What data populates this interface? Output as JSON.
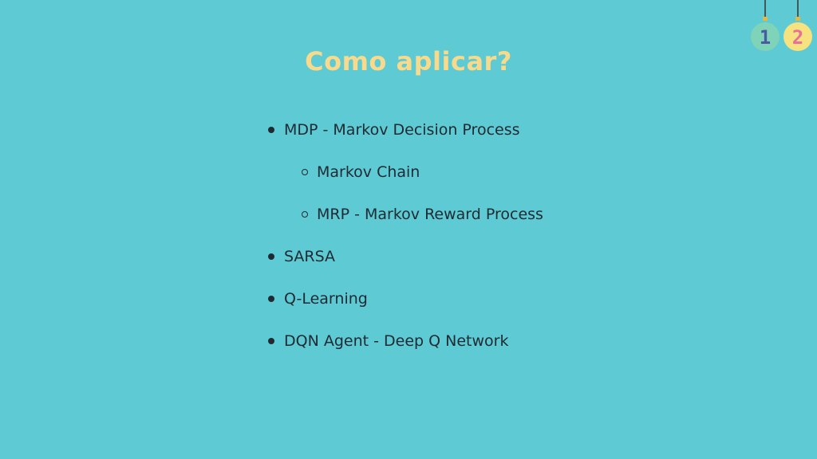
{
  "slide": {
    "title": "Como aplicar?",
    "bullets": [
      {
        "text": "MDP - Markov Decision Process",
        "level": 1
      },
      {
        "text": "Markov Chain",
        "level": 2
      },
      {
        "text": "MRP - Markov Reward Process",
        "level": 2
      },
      {
        "text": "SARSA",
        "level": 1
      },
      {
        "text": "Q-Learning",
        "level": 1
      },
      {
        "text": "DQN Agent - Deep Q Network",
        "level": 1
      }
    ]
  },
  "ornaments": {
    "left_number": "1",
    "right_number": "2"
  },
  "colors": {
    "background": "#5ecad3",
    "title": "#f9d98c",
    "text": "#1f2a33",
    "ornament_left_fill": "#7ed3b8",
    "ornament_left_text": "#4a5aa3",
    "ornament_right_fill": "#f6e27e",
    "ornament_right_text": "#e8709a"
  }
}
